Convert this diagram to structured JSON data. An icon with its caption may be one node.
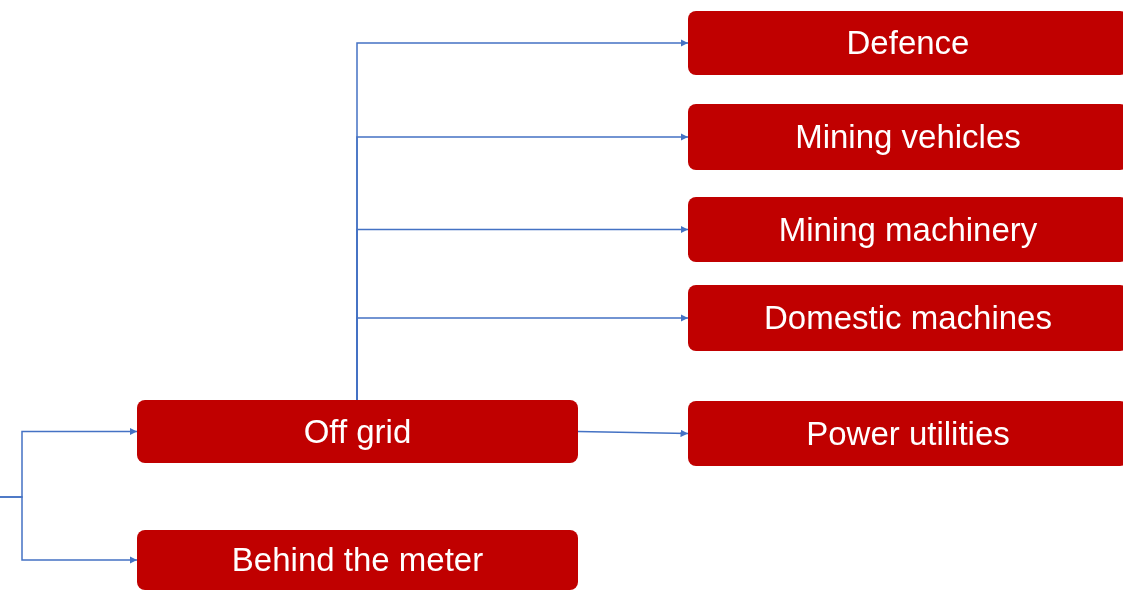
{
  "diagram": {
    "nodes": [
      {
        "text": [
          "Off grid"
        ]
      },
      {
        "text": [
          "Behind the meter"
        ]
      },
      {
        "text": [
          "Defence"
        ]
      },
      {
        "text": [
          "Mining vehicles"
        ]
      },
      {
        "text": [
          "Mining machinery"
        ]
      },
      {
        "text": [
          "Domestic machines"
        ]
      },
      {
        "text": [
          "Power utilities"
        ]
      }
    ],
    "edges": [
      {
        "from": null,
        "to": 0,
        "arrow": "to"
      },
      {
        "from": null,
        "to": 1,
        "arrow": "to"
      },
      {
        "from": 0,
        "to": 2,
        "arrow": "to"
      },
      {
        "from": 0,
        "to": 3,
        "arrow": "to"
      },
      {
        "from": 0,
        "to": 4,
        "arrow": "to"
      },
      {
        "from": 0,
        "to": 5,
        "arrow": "to"
      },
      {
        "from": 0,
        "to": 6,
        "arrow": "to"
      }
    ]
  }
}
